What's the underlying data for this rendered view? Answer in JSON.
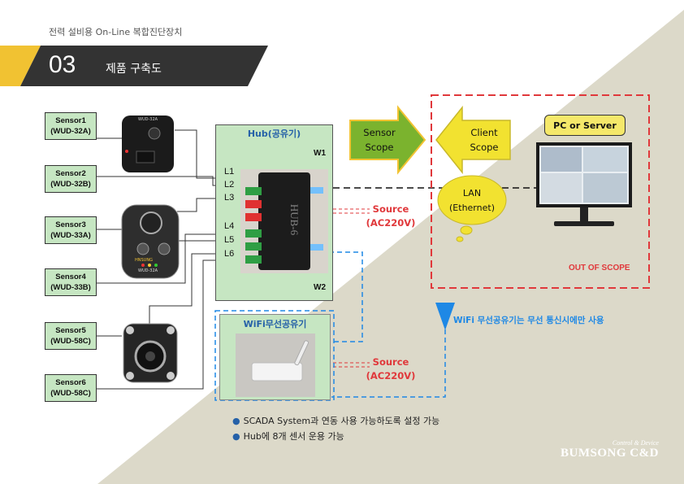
{
  "header": {
    "subtitle": "전력 설비용 On-Line 복합진단장치",
    "section_number": "03",
    "section_title": "제품 구축도"
  },
  "sensors": [
    {
      "name": "Sensor1",
      "model": "(WUD-32A)"
    },
    {
      "name": "Sensor2",
      "model": "(WUD-32B)"
    },
    {
      "name": "Sensor3",
      "model": "(WUD-33A)"
    },
    {
      "name": "Sensor4",
      "model": "(WUD-33B)"
    },
    {
      "name": "Sensor5",
      "model": "(WUD-58C)"
    },
    {
      "name": "Sensor6",
      "model": "(WUD-58C)"
    }
  ],
  "device_labels": {
    "device1": "WUD-32A",
    "device2": "WUD-32A",
    "brand": "HNSUNG"
  },
  "hub": {
    "title": "Hub(공유기)",
    "w1": "W1",
    "w2": "W2",
    "ports": [
      "L1",
      "L2",
      "L3",
      "L4",
      "L5",
      "L6"
    ],
    "device_text": "HUB-6"
  },
  "wifi": {
    "title": "WiFi무선공유기"
  },
  "sources": [
    {
      "line1": "Source",
      "line2": "(AC220V)"
    },
    {
      "line1": "Source",
      "line2": "(AC220V)"
    }
  ],
  "arrows": {
    "sensor_scope": [
      "Sensor",
      "Scope"
    ],
    "client_scope": [
      "Client",
      "Scope"
    ]
  },
  "lan": [
    "LAN",
    "(Ethernet)"
  ],
  "pc_server": "PC or Server",
  "out_of_scope": "OUT OF SCOPE",
  "wifi_note": "WiFi 무선공유기는 무선 통신시에만 사용",
  "bullets": [
    "SCADA System과 연동 사용 가능하도록 설정 가능",
    "Hub에 8개 센서 운용 가능"
  ],
  "logo": {
    "tagline": "Control & Device",
    "name": "BUMSONG C&D"
  },
  "colors": {
    "accent_yellow": "#f1c232",
    "dark_band": "#333333",
    "panel_green": "#c6e6c2",
    "red": "#e0383b",
    "blue": "#1e88e5",
    "arrow_green": "#7bb32e",
    "arrow_yellow": "#f2e230"
  }
}
